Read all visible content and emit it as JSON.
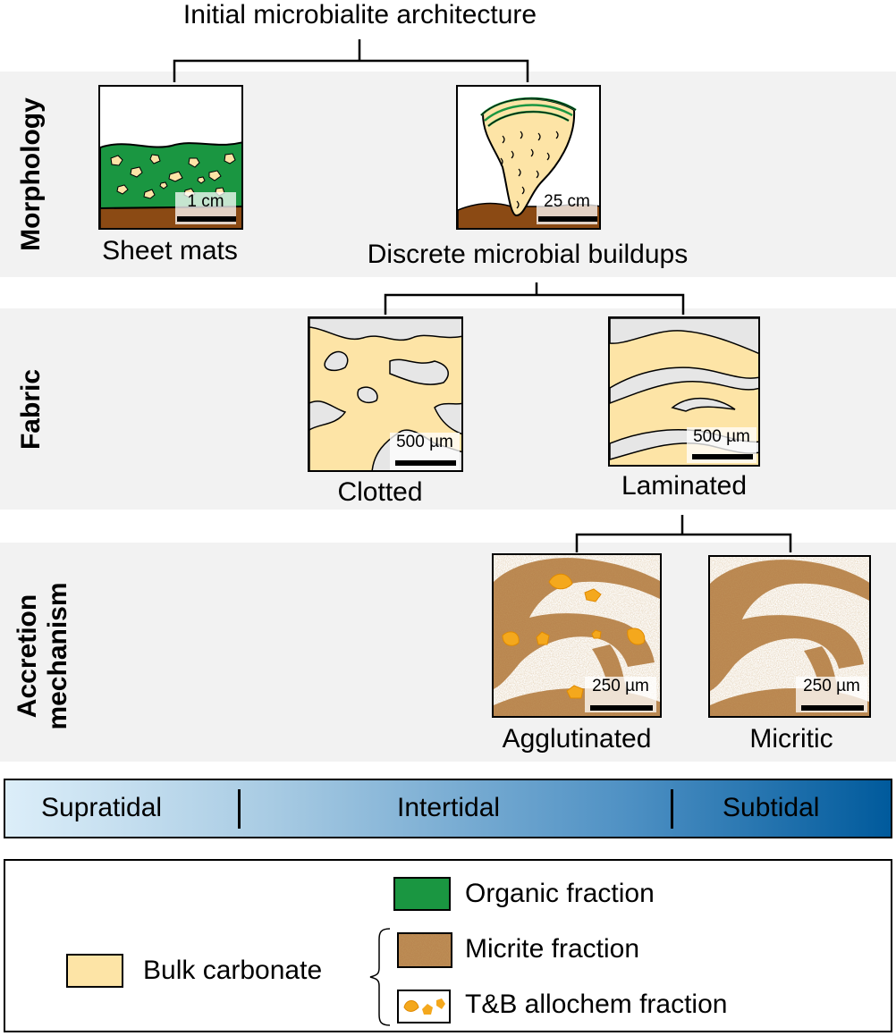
{
  "title": "Initial microbialite architecture",
  "rows": {
    "morphology": "Morphology",
    "fabric": "Fabric",
    "accretion_line1": "Accretion",
    "accretion_line2": "mechanism"
  },
  "panels": {
    "sheet_mats": {
      "caption": "Sheet mats",
      "scale": "1 cm"
    },
    "buildups": {
      "caption": "Discrete microbial buildups",
      "scale": "25 cm"
    },
    "clotted": {
      "caption": "Clotted",
      "scale": "500 µm"
    },
    "laminated": {
      "caption": "Laminated",
      "scale": "500 µm"
    },
    "agglutinated": {
      "caption": "Agglutinated",
      "scale": "250 µm"
    },
    "micritic": {
      "caption": "Micritic",
      "scale": "250 µm"
    }
  },
  "zones": {
    "supratidal": "Supratidal",
    "intertidal": "Intertidal",
    "subtidal": "Subtidal"
  },
  "legend": {
    "organic": "Organic fraction",
    "micrite": "Micrite fraction",
    "allochem": "T&B allochem fraction",
    "bulk": "Bulk carbonate"
  },
  "colors": {
    "organic": "#1a9641",
    "bulk": "#fde4a6",
    "sediment": "#8b4a14",
    "micrite": "#b9854f",
    "allochem": "#f4a81d",
    "band": "#f2f2f2",
    "zone_light": "#ddeef8",
    "zone_dark": "#005a9c"
  }
}
